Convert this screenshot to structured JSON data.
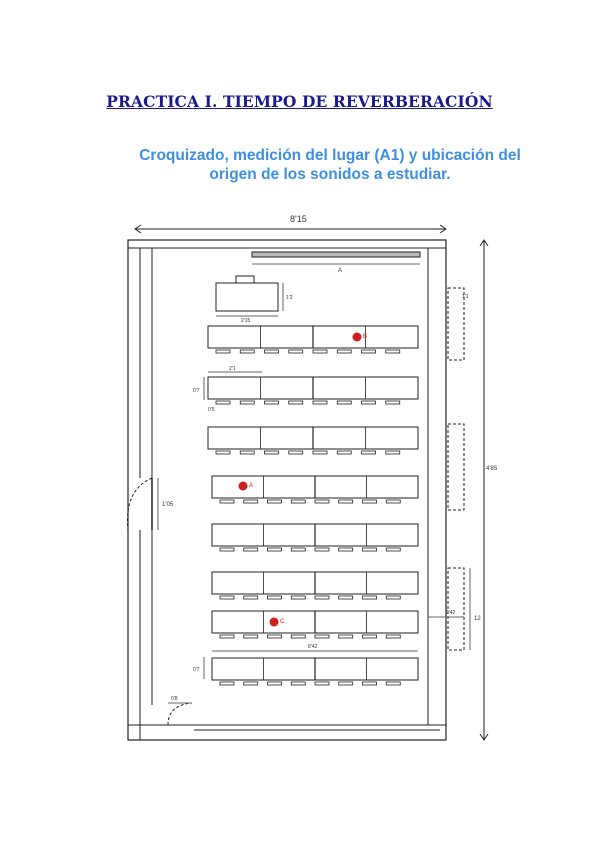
{
  "document": {
    "title": "PRACTICA I. TIEMPO DE REVERBERACIÓN",
    "subtitle_line1": "Croquizado, medición del lugar (A1) y ubicación del",
    "subtitle_line2": "origen de los sonidos a estudiar."
  },
  "plan": {
    "overall_width_label": "8'15",
    "board_label": "A",
    "teacher_desk_width_label": "2'15",
    "teacher_desk_depth_label": "1'2",
    "desk_width_label": "2'1",
    "desk_depth_label": "0'7",
    "chair_label": "0'5",
    "door_label": "1'05",
    "bottom_door_label": "0'8",
    "aisle_label": "4'85",
    "height_label": "12",
    "window_gap_label": "0'42",
    "window_label": "1'1",
    "row_width_label": "8'42",
    "points": [
      {
        "label": "B",
        "color": "#cc1f1f"
      },
      {
        "label": "A",
        "color": "#cc1f1f"
      },
      {
        "label": "C",
        "color": "#cc1f1f"
      }
    ]
  }
}
